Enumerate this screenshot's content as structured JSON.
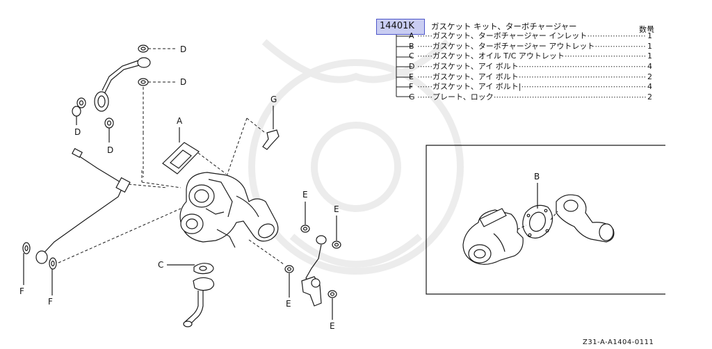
{
  "part_number": "14401K",
  "kit_title": "ガスケット キット、ターボチャージャー",
  "qty_header": "数量",
  "items": [
    {
      "letter": "A",
      "name": "ガスケット、ターボチャージャー インレット",
      "qty": "1"
    },
    {
      "letter": "B",
      "name": "ガスケット、ターボチャージャー アウトレット",
      "qty": "1"
    },
    {
      "letter": "C",
      "name": "ガスケット、オイル T/C アウトレット",
      "qty": "1"
    },
    {
      "letter": "D",
      "name": "ガスケット、アイ ボルト",
      "qty": "4"
    },
    {
      "letter": "E",
      "name": "ガスケット、アイ ボルト",
      "qty": "2"
    },
    {
      "letter": "F",
      "name": "ガスケット、アイ ボルト|",
      "qty": "4"
    },
    {
      "letter": "G",
      "name": "プレート、ロック",
      "qty": "2"
    }
  ],
  "callouts": {
    "A": "A",
    "B": "B",
    "C": "C",
    "D": "D",
    "E": "E",
    "F": "F",
    "G": "G"
  },
  "footer_code": "Z31-A-A1404-0111"
}
